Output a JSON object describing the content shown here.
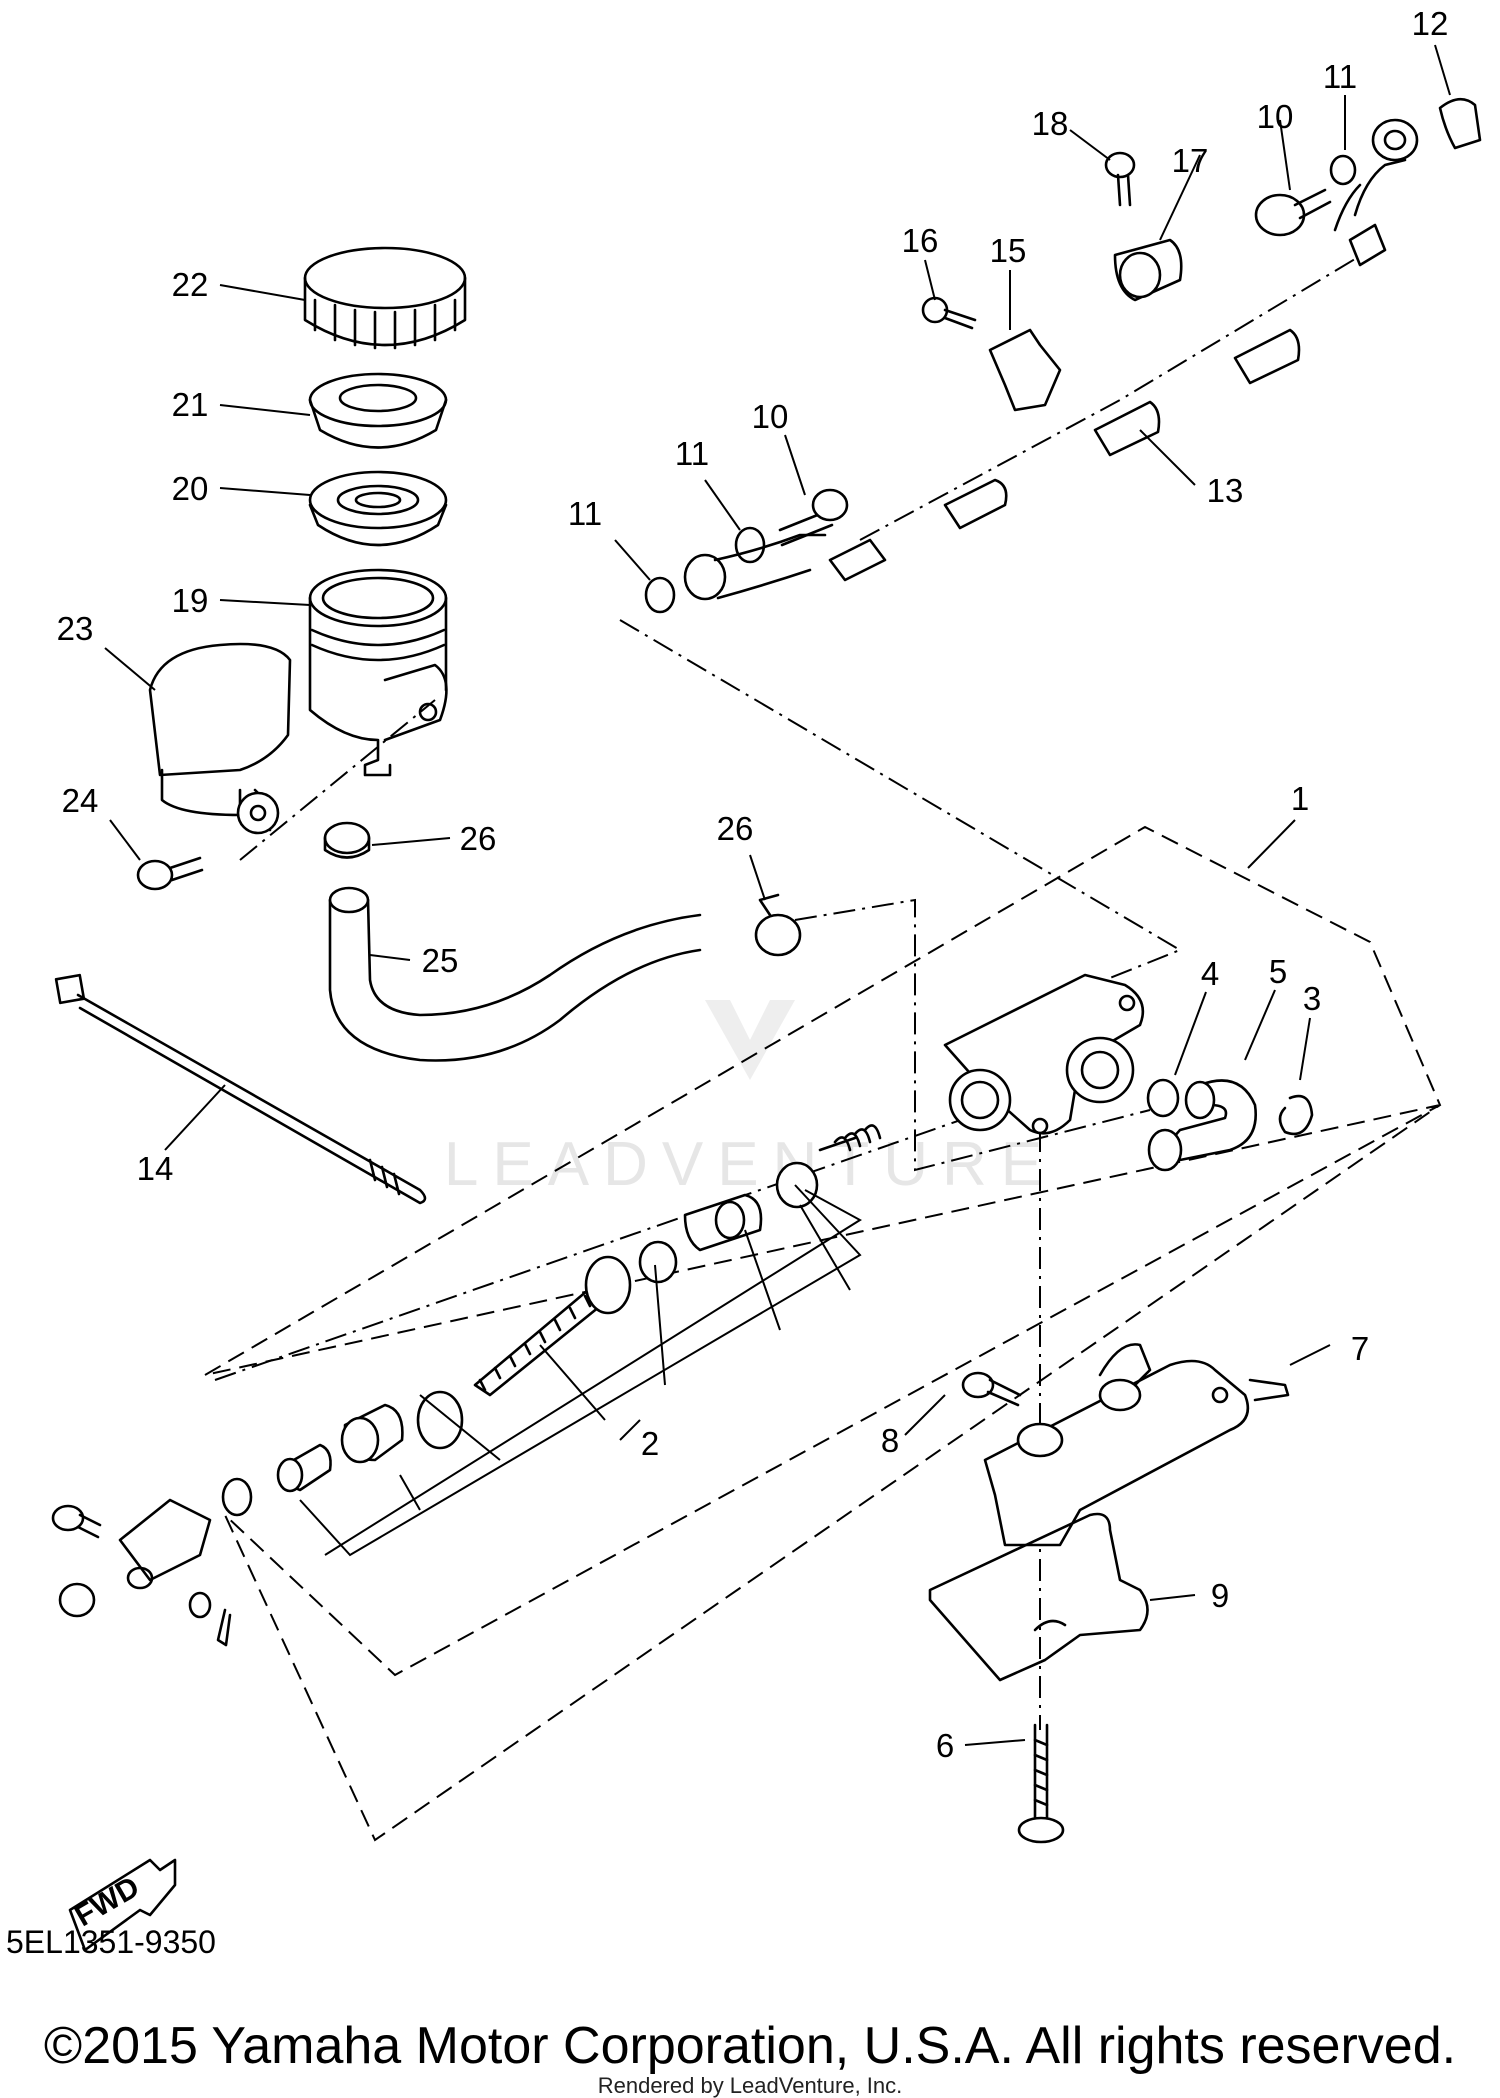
{
  "diagram": {
    "watermark": "LEADVENTURE",
    "fwd_label": "FWD",
    "callouts": [
      {
        "id": "c1",
        "text": "1"
      },
      {
        "id": "c2",
        "text": "2"
      },
      {
        "id": "c3",
        "text": "3"
      },
      {
        "id": "c4",
        "text": "4"
      },
      {
        "id": "c5",
        "text": "5"
      },
      {
        "id": "c6",
        "text": "6"
      },
      {
        "id": "c7",
        "text": "7"
      },
      {
        "id": "c8",
        "text": "8"
      },
      {
        "id": "c9",
        "text": "9"
      },
      {
        "id": "c10a",
        "text": "10"
      },
      {
        "id": "c10b",
        "text": "10"
      },
      {
        "id": "c11a",
        "text": "11"
      },
      {
        "id": "c11b",
        "text": "11"
      },
      {
        "id": "c11c",
        "text": "11"
      },
      {
        "id": "c12",
        "text": "12"
      },
      {
        "id": "c13",
        "text": "13"
      },
      {
        "id": "c14",
        "text": "14"
      },
      {
        "id": "c15",
        "text": "15"
      },
      {
        "id": "c16",
        "text": "16"
      },
      {
        "id": "c17",
        "text": "17"
      },
      {
        "id": "c18",
        "text": "18"
      },
      {
        "id": "c19",
        "text": "19"
      },
      {
        "id": "c20",
        "text": "20"
      },
      {
        "id": "c21",
        "text": "21"
      },
      {
        "id": "c22",
        "text": "22"
      },
      {
        "id": "c23",
        "text": "23"
      },
      {
        "id": "c24",
        "text": "24"
      },
      {
        "id": "c25",
        "text": "25"
      },
      {
        "id": "c26a",
        "text": "26"
      },
      {
        "id": "c26b",
        "text": "26"
      }
    ]
  },
  "footer": {
    "part_code": "5EL1351-9350",
    "copyright": "©2015 Yamaha Motor Corporation, U.S.A. All rights reserved.",
    "rendered_by": "Rendered by LeadVenture, Inc."
  }
}
